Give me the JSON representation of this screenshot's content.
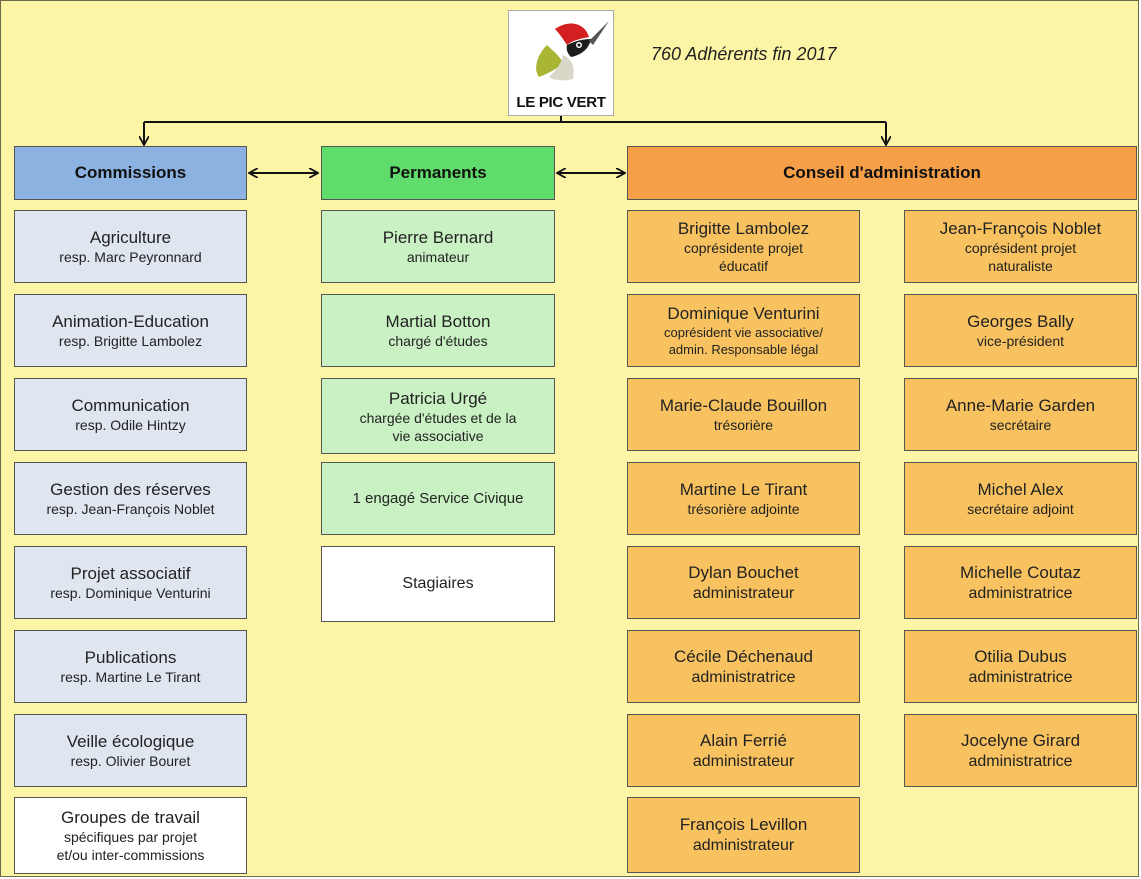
{
  "logo": {
    "text": "LE PIC VERT",
    "icon": "woodpecker-logo"
  },
  "members_note": "760 Adhérents fin 2017",
  "commissions": {
    "title": "Commissions",
    "items": [
      {
        "name": "Agriculture",
        "role": "resp. Marc Peyronnard"
      },
      {
        "name": "Animation-Education",
        "role": "resp. Brigitte Lambolez"
      },
      {
        "name": "Communication",
        "role": "resp. Odile Hintzy"
      },
      {
        "name": "Gestion des réserves",
        "role": "resp. Jean-François Noblet"
      },
      {
        "name": "Projet associatif",
        "role": "resp. Dominique Venturini"
      },
      {
        "name": "Publications",
        "role": "resp. Martine Le Tirant"
      },
      {
        "name": "Veille écologique",
        "role": "resp. Olivier Bouret"
      }
    ],
    "groups": {
      "line1": "Groupes de travail",
      "line2": "spécifiques par projet",
      "line3": "et/ou inter-commissions"
    }
  },
  "permanents": {
    "title": "Permanents",
    "items": [
      {
        "name": "Pierre Bernard",
        "role": "animateur"
      },
      {
        "name": "Martial Botton",
        "role": "chargé d'études"
      },
      {
        "name": "Patricia Urgé",
        "role": "chargée d'études et de la",
        "role2": "vie associative"
      }
    ],
    "service_civique": "1 engagé Service Civique",
    "stagiaires": "Stagiaires"
  },
  "conseil": {
    "title": "Conseil d'administration",
    "left": [
      {
        "name": "Brigitte Lambolez",
        "role": "coprésidente projet",
        "role2": "éducatif"
      },
      {
        "name": "Dominique Venturini",
        "role": "coprésident vie associative/",
        "role2": "admin.  Responsable légal"
      },
      {
        "name": "Marie-Claude Bouillon",
        "role": "trésorière"
      },
      {
        "name": "Martine Le Tirant",
        "role": "trésorière adjointe"
      },
      {
        "name": "Dylan Bouchet",
        "role": "administrateur"
      },
      {
        "name": "Cécile Déchenaud",
        "role": "administratrice"
      },
      {
        "name": "Alain Ferrié",
        "role": "administrateur"
      },
      {
        "name": "François Levillon",
        "role": "administrateur"
      }
    ],
    "right": [
      {
        "name": "Jean-François Noblet",
        "role": "coprésident projet",
        "role2": "naturaliste"
      },
      {
        "name": "Georges Bally",
        "role": "vice-président"
      },
      {
        "name": "Anne-Marie Garden",
        "role": "secrétaire"
      },
      {
        "name": "Michel Alex",
        "role": "secrétaire adjoint"
      },
      {
        "name": "Michelle Coutaz",
        "role": "administratrice"
      },
      {
        "name": "Otilia Dubus",
        "role": "administratrice"
      },
      {
        "name": "Jocelyne Girard",
        "role": "administratrice"
      }
    ]
  }
}
